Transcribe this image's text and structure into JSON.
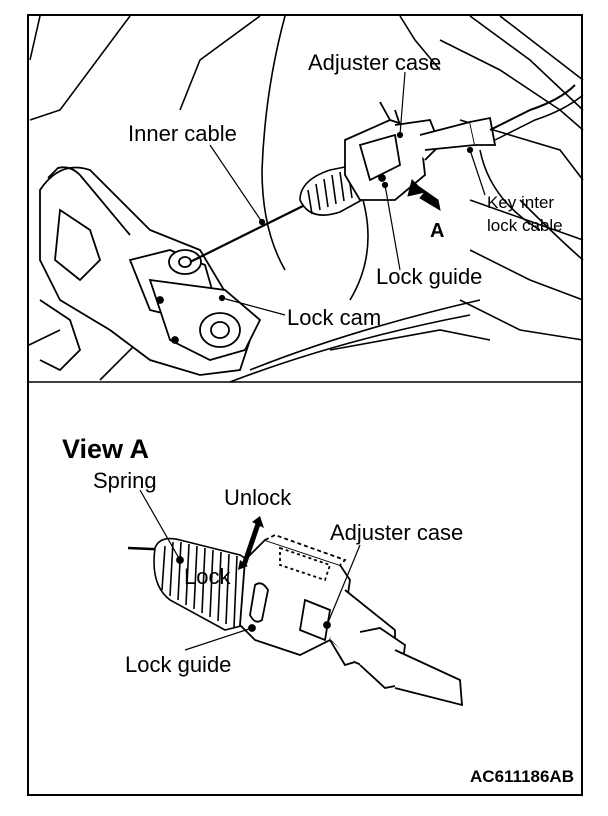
{
  "top_view": {
    "labels": {
      "adjuster_case": "Adjuster case",
      "inner_cable": "Inner cable",
      "key_interlock_line1": "Key inter",
      "key_interlock_line2": "lock cable",
      "arrow_a": "A",
      "lock_guide": "Lock guide",
      "lock_cam": "Lock cam"
    }
  },
  "view_a": {
    "title": "View A",
    "labels": {
      "spring": "Spring",
      "unlock": "Unlock",
      "lock": "Lock",
      "adjuster_case": "Adjuster case",
      "lock_guide": "Lock guide"
    }
  },
  "figure_code": "AC611186AB"
}
